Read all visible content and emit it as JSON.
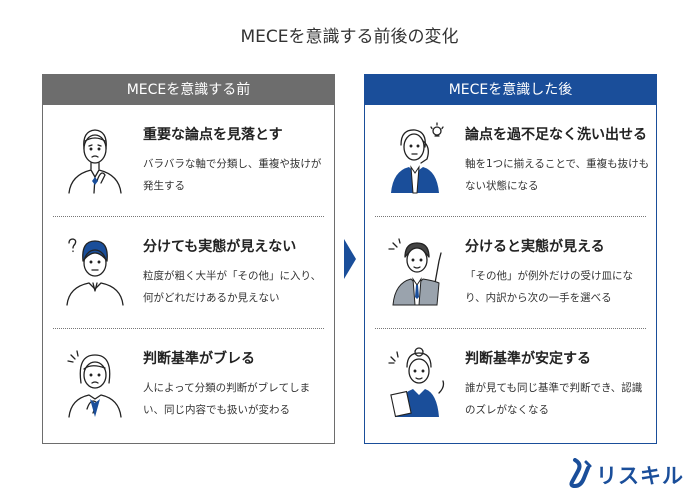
{
  "title": "MECEを意識する前後の変化",
  "before": {
    "header": "MECEを意識する前",
    "items": [
      {
        "heading": "重要な論点を見落とす",
        "description": "バラバラな軸で分類し、重複や抜けが発生する"
      },
      {
        "heading": "分けても実態が見えない",
        "description": "粒度が粗く大半が「その他」に入り、何がどれだけあるか見えない"
      },
      {
        "heading": "判断基準がブレる",
        "description": "人によって分類の判断がブレてしまい、同じ内容でも扱いが変わる"
      }
    ]
  },
  "after": {
    "header": "MECEを意識した後",
    "items": [
      {
        "heading": "論点を過不足なく洗い出せる",
        "description": "軸を1つに揃えることで、重複も抜けもない状態になる"
      },
      {
        "heading": "分けると実態が見える",
        "description": "「その他」が例外だけの受け皿になり、内訳から次の一手を選べる"
      },
      {
        "heading": "判断基準が安定する",
        "description": "誰が見ても同じ基準で判断でき、認識のズレがなくなる"
      }
    ]
  },
  "logo": {
    "text": "リスキル"
  },
  "colors": {
    "before": "#6d6d6d",
    "after": "#1a4e9a",
    "arrow": "#1a4e9a"
  }
}
